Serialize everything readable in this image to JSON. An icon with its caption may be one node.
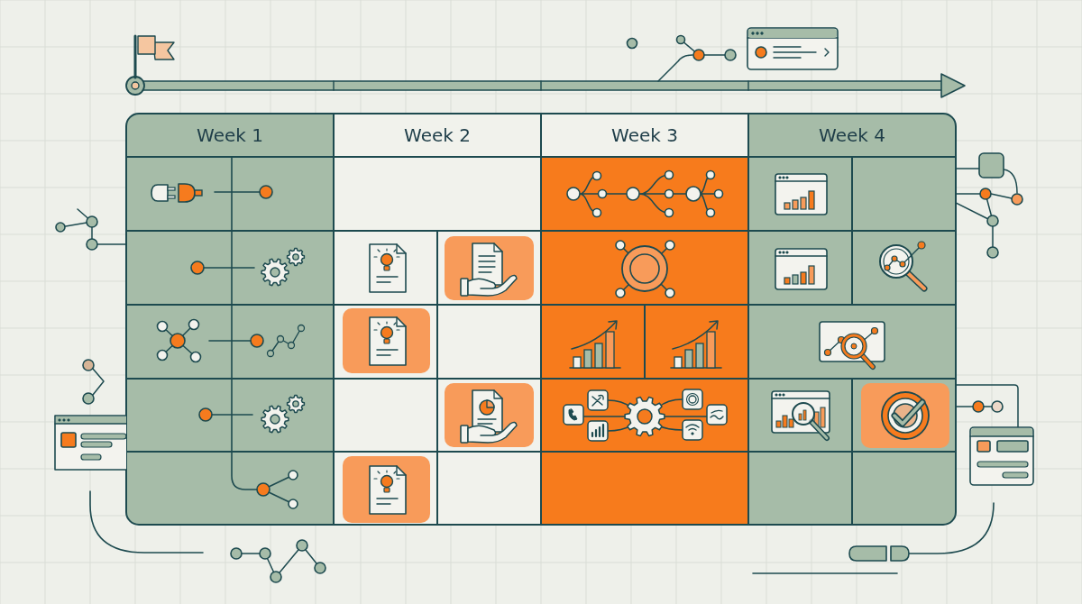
{
  "diagram": {
    "labels": [
      "Week 1",
      "Week 2",
      "Week 3",
      "Week 4"
    ]
  }
}
